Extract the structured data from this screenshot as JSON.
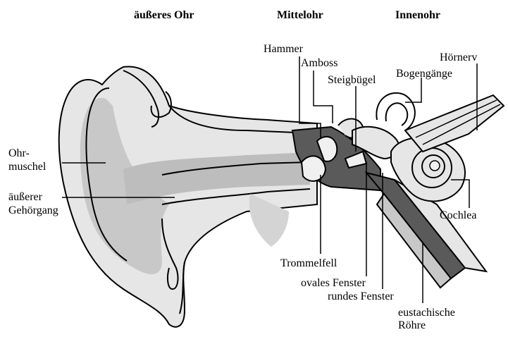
{
  "headers": {
    "outer_ear": "äußeres Ohr",
    "middle_ear": "Mittelohr",
    "inner_ear": "Innenohr"
  },
  "labels": {
    "hammer": "Hammer",
    "amboss": "Amboss",
    "steigbuegel": "Steigbügel",
    "bogengaenge": "Bogengänge",
    "hoernerv": "Hörnerv",
    "ohrmuschel_1": "Ohr-",
    "ohrmuschel_2": "muschel",
    "gehoergang_1": "äußerer",
    "gehoergang_2": "Gehörgang",
    "cochlea": "Cochlea",
    "trommelfell": "Trommelfell",
    "ovales_fenster": "ovales Fenster",
    "rundes_fenster": "rundes Fenster",
    "eustachische_1": "eustachische",
    "eustachische_2": "Röhre"
  },
  "colors": {
    "outline": "#000000",
    "skin_light": "#e6e6e6",
    "skin_mid": "#c8c8c8",
    "canal": "#bdbdbd",
    "dark": "#5a5a5a",
    "bone": "#f0f0f0"
  }
}
